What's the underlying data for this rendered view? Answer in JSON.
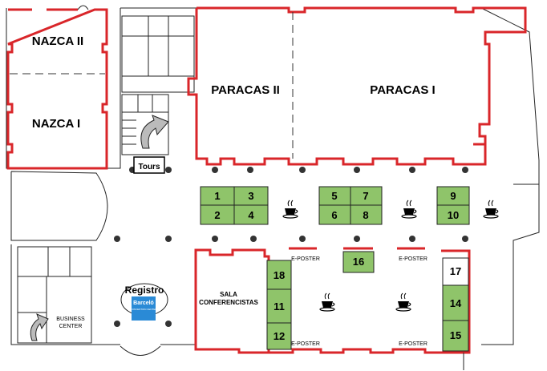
{
  "rooms": {
    "nazca2": "NAZCA II",
    "nazca1": "NAZCA I",
    "paracas2": "PARACAS II",
    "paracas1": "PARACAS I",
    "sala_line1": "SALA",
    "sala_line2": "CONFERENCISTAS",
    "business_line1": "BUSINESS",
    "business_line2": "CENTER",
    "tours": "Tours",
    "registro": "Registro",
    "barcelo_brand": "Barceló",
    "barcelo_sub": "CONVENTION CENTER"
  },
  "stands": [
    "1",
    "2",
    "3",
    "4",
    "5",
    "6",
    "7",
    "8",
    "9",
    "10",
    "11",
    "12",
    "14",
    "15",
    "16",
    "17",
    "18"
  ],
  "eposter": "E-POSTER",
  "colors": {
    "wall": "#d9262a",
    "stand": "#8fc46a",
    "barcelo": "#2a8ad6"
  }
}
